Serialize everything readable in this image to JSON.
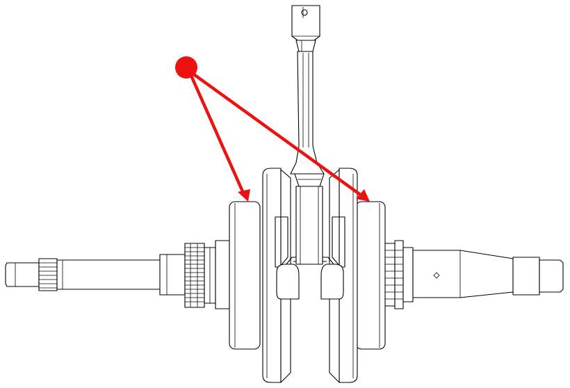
{
  "drawing": {
    "subject": "crankshaft-assembly",
    "line_color": "#000000",
    "background": "#ffffff"
  },
  "callout": {
    "color": "#ee1111",
    "marker": "filled-circle",
    "arrow_count": 2,
    "targets": [
      "left-crank-web",
      "right-crank-web"
    ]
  }
}
